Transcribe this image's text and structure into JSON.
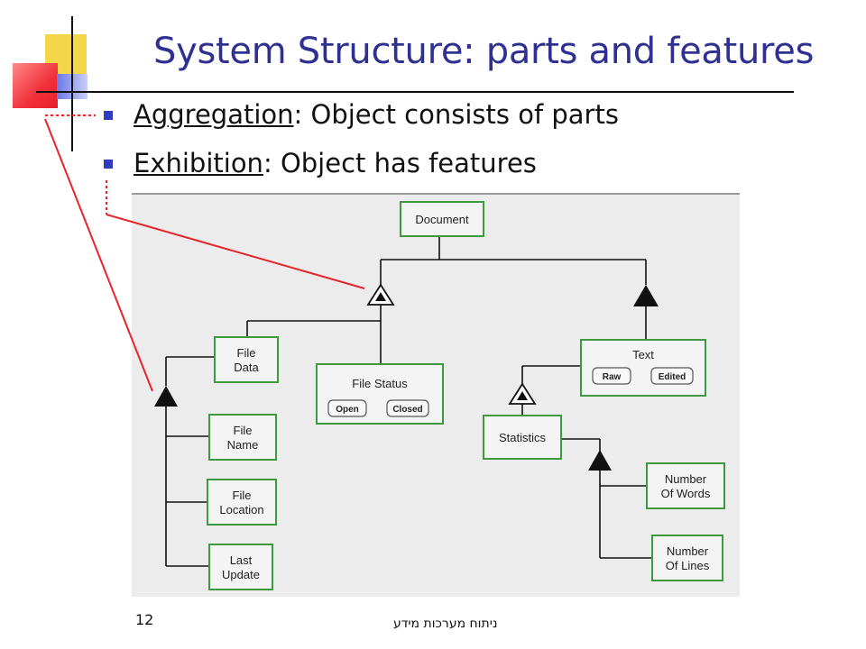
{
  "slide": {
    "title": "System Structure: parts and features",
    "bullets": [
      {
        "term": "Aggregation",
        "rest": ": Object consists of parts"
      },
      {
        "term": "Exhibition",
        "rest": ": Object has features"
      }
    ],
    "page_number": "12",
    "footer": "ניתוח מערכות מידע"
  },
  "colors": {
    "title": "#2f3192",
    "bullet": "#2f3bbd",
    "box_border": "#3f9a3f",
    "diagram_bg": "#ececec",
    "callout": "#e8232a"
  },
  "diagram": {
    "document": "Document",
    "file_data": [
      "File",
      "Data"
    ],
    "file_status": "File Status",
    "open": "Open",
    "closed": "Closed",
    "text": "Text",
    "raw": "Raw",
    "edited": "Edited",
    "statistics": "Statistics",
    "file_name": [
      "File",
      "Name"
    ],
    "file_location": [
      "File",
      "Location"
    ],
    "last_update": [
      "Last",
      "Update"
    ],
    "number_of_words": [
      "Number",
      "Of Words"
    ],
    "number_of_lines": [
      "Number",
      "Of Lines"
    ]
  }
}
